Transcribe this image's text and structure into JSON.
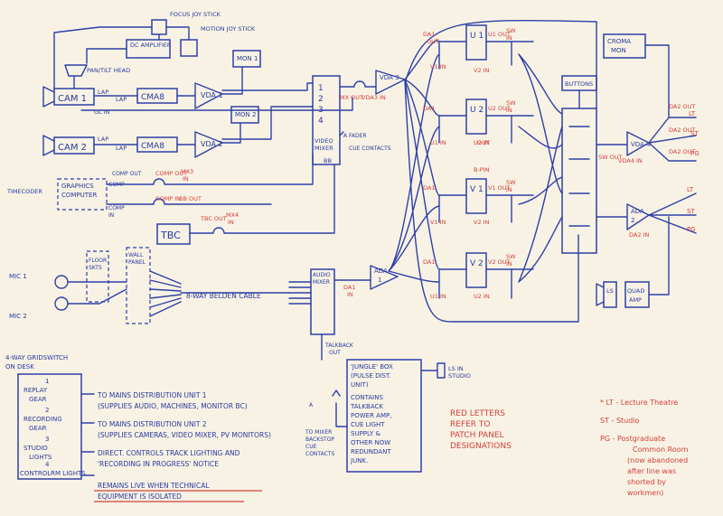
{
  "cams": {
    "focus": "FOCUS JOY STICK",
    "motion": "MOTION JOY STICK",
    "dc_amp": "DC AMPLIFIER",
    "pantilt": "PAN/TILT HEAD",
    "cam1": "CAM 1",
    "cam2": "CAM 2",
    "lap": "LAP",
    "gl": "GL IN",
    "cma8": "CMA8",
    "vda1": "VDA 1",
    "vda2": "VDA 2",
    "mon1": "MON 1",
    "mon2": "MON 2",
    "timecoder": "TIMECODER",
    "graphics1": "GRAPHICS",
    "graphics2": "COMPUTER",
    "comp_out": "COMP OUT",
    "comp": "COMP",
    "in": "IN",
    "comp_in": "COMP IN",
    "mx3": "MX3",
    "bbout": "BB OUT",
    "tbc": "TBC",
    "tbc_out": "TBC OUT",
    "mx4": "MX4"
  },
  "mixer": {
    "n1": "1",
    "n2": "2",
    "n3": "3",
    "n4": "4",
    "video": "VIDEO",
    "mixer": "MIXER",
    "bb": "BB",
    "fader": "A FADER",
    "cue": "CUE CONTACTS",
    "mx_out": "MX OUT",
    "vda3_in": "VDA3 IN",
    "vda3": "VDA 3"
  },
  "matrix": {
    "u1": "U 1",
    "u2": "U 2",
    "v1": "V 1",
    "v2": "V 2",
    "da1_out": "DA1",
    "out": "OUT",
    "u1_out": "U1 OUT",
    "u2_out": "U2 OUT",
    "v1_out": "V1 OUT",
    "v2_out": "V2 OUT",
    "sw": "SW",
    "in": "IN",
    "v1_in": "V1 IN",
    "v2_in": "V2 IN",
    "u1_in": "U1 IN",
    "u2_in": "U2 IN",
    "bpin": "B-PIN"
  },
  "out": {
    "buttons": "BUTTONS",
    "chroma": "CROMA",
    "mon": "MON",
    "vda4": "VDA 4",
    "sw_out": "SW OUT",
    "vda4_in": "VDA4 IN",
    "da2_out": "DA2 OUT",
    "lt": "LT",
    "st": "ST",
    "pg": "PG",
    "ada": "ADA",
    "two": "2",
    "da2_in": "DA2 IN",
    "ls": "LS",
    "quad": "QUAD",
    "amp": "AMP"
  },
  "audio": {
    "mic1": "MIC 1",
    "mic2": "MIC 2",
    "floor": "FLOOR",
    "skts": "SKTS",
    "wall": "WALL",
    "panel": "PANEL",
    "belden": "8-WAY BELDEN CABLE",
    "mixer1": "AUDIO",
    "mixer2": "MIXER",
    "da1": "DA1",
    "in": "IN",
    "ada": "ADA",
    "one": "1",
    "talkback": "TALKBACK",
    "out": "OUT"
  },
  "jungle": {
    "l1": "'JUNGLE' BOX",
    "l2": "(PULSE DIST.",
    "l3": "UNIT)",
    "l4": "CONTAINS",
    "l5": "TALKBACK",
    "l6": "POWER AMP,",
    "l7": "CUE LIGHT",
    "l8": "SUPPLY &",
    "l9": "OTHER NOW",
    "l10": "REDUNDANT",
    "l11": "JUNK.",
    "ls_in": "LS IN",
    "studio": "STUDIO",
    "a": "A",
    "tomixer": "TO MIXER",
    "backstop": "BACKSTOP",
    "cue": "CUE",
    "contacts": "CONTACTS"
  },
  "grid": {
    "title1": "4-WAY GRIDSWITCH",
    "title2": "ON DESK",
    "s1n": "1",
    "s1a": "REPLAY",
    "s1b": "GEAR",
    "s2n": "2",
    "s2a": "RECORDING",
    "s2b": "GEAR",
    "s3n": "3",
    "s3a": "STUDIO",
    "s3b": "LIGHTS",
    "s4n": "4",
    "s4a": "CONTROLRM LIGHTS",
    "d1a": "TO MAINS DISTRIBUTION UNIT 1",
    "d1b": "(SUPPLIES AUDIO, MACHINES, MONITOR BC)",
    "d2a": "TO MAINS DISTRIBUTION UNIT 2",
    "d2b": "(SUPPLIES CAMERAS, VIDEO MIXER, PV MONITORS)",
    "d3a": "DIRECT. CONTROLS TRACK LIGHTING AND",
    "d3b": "'RECORDING IN PROGRESS' NOTICE",
    "d4a": "REMAINS LIVE WHEN TECHNICAL",
    "d4b": "EQUIPMENT IS ISOLATED"
  },
  "notes": {
    "r1": "RED LETTERS",
    "r2": "REFER TO",
    "r3": "PATCH PANEL",
    "r4": "DESIGNATIONS",
    "k1": "* LT - Lecture Theatre",
    "k2": "ST - Studio",
    "k3": "PG - Postgraduate",
    "k4": "Common Room",
    "k5": "(now abandoned",
    "k6": "after line was",
    "k7": "shorted by",
    "k8": "workmen)"
  }
}
